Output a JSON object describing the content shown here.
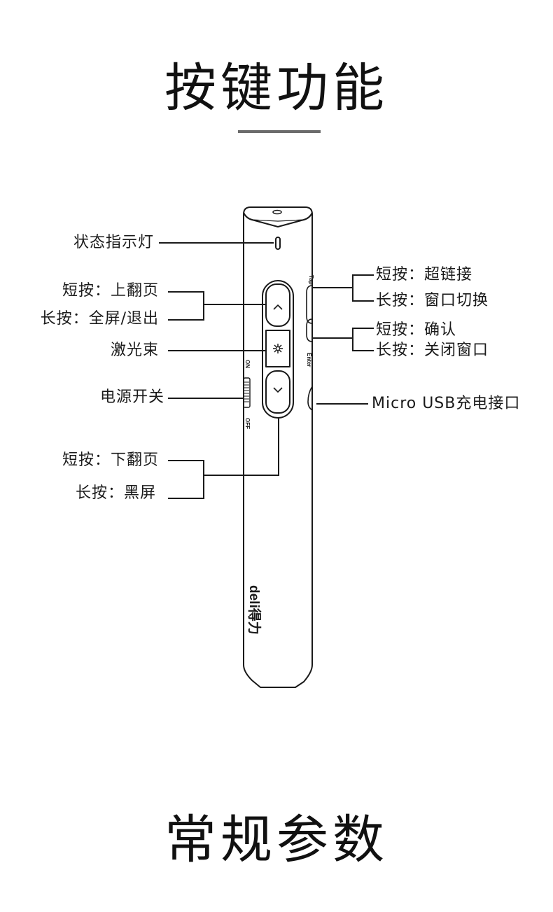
{
  "headings": {
    "function_title": "按键功能",
    "specs_title": "常规参数"
  },
  "device": {
    "brand_logo": "deli得力",
    "button_labels": {
      "tap": "Tap",
      "enter": "Enter",
      "on": "ON",
      "off": "OFF"
    }
  },
  "callouts": {
    "status_light": "状态指示灯",
    "up_short": "短按：上翻页",
    "up_long": "长按：全屏/退出",
    "laser": "激光束",
    "power_switch": "电源开关",
    "down_short": "短按：下翻页",
    "down_long": "长按：黑屏",
    "tap_short": "短按：超链接",
    "tap_long": "长按：窗口切换",
    "enter_short": "短按：确认",
    "enter_long": "长按：关闭窗口",
    "usb_port": "Micro USB充电接口"
  },
  "colors": {
    "line": "#1a1a1a",
    "divider": "#6b6b6b",
    "background": "#ffffff"
  }
}
